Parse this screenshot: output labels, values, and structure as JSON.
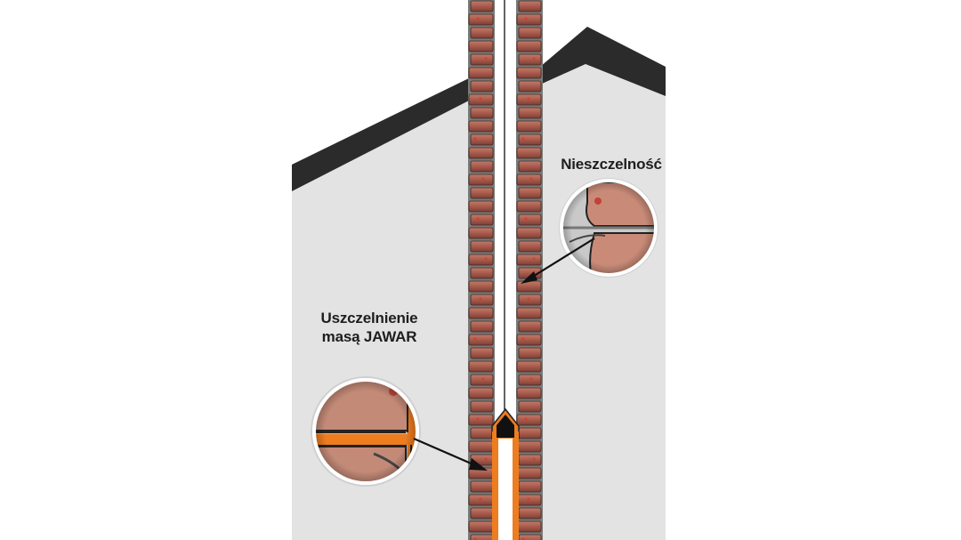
{
  "labels": {
    "leak": "Nieszczelność",
    "seal_line1": "Uszczelnienie",
    "seal_line2": "masą JAWAR"
  },
  "colors": {
    "background": "#ffffff",
    "wall": "#e2e3e2",
    "roof": "#2b2b2b",
    "brick": "#a5584a",
    "mortar": "#7a7a78",
    "flue": "#ffffff",
    "seal": "#ee7d1f",
    "text": "#1e1e1e"
  }
}
